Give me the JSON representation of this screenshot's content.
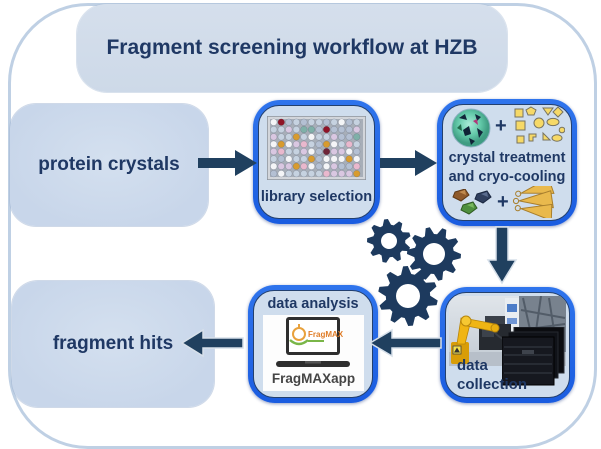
{
  "title": "Fragment screening workflow at HZB",
  "nodes": {
    "protein_crystals": {
      "label": "protein crystals"
    },
    "library_selection": {
      "label": "library selection"
    },
    "crystal_treatment": {
      "line1": "crystal treatment",
      "line2": "and cryo-cooling",
      "plus": "+"
    },
    "data_collection": {
      "line1": "data",
      "line2": "collection"
    },
    "data_analysis": {
      "label": "data analysis",
      "logo_text": "FragMAX",
      "caption": "FragMAXapp"
    },
    "fragment_hits": {
      "label": "fragment hits"
    }
  },
  "colors": {
    "accent_blue": "#1a5ce0",
    "navy": "#1f3864",
    "arrow_navy": "#20405f",
    "box_fill": "#cfdded",
    "plain_fill": "#c8d6ea",
    "banner_fill": "#cdd9e8",
    "outer_border": "#bfd0e4",
    "gear_navy": "#1d3a5e",
    "caption_gray": "#454545",
    "fragment_yellow": "#f6d967",
    "loop_orange": "#e9b94d",
    "logo_orange": "#e07d28",
    "logo_green": "#7ab648"
  },
  "plate": {
    "cols": 12,
    "rows": 8,
    "palette": [
      "#f4f5f7",
      "#c6d2e0",
      "#b4c0d3",
      "#d9c7e1",
      "#e9b8cd",
      "#8f1326",
      "#d89b2e",
      "#7fb0a8",
      "#6e2438"
    ],
    "weights": [
      22,
      20,
      16,
      14,
      10,
      8,
      5,
      3,
      2
    ]
  }
}
